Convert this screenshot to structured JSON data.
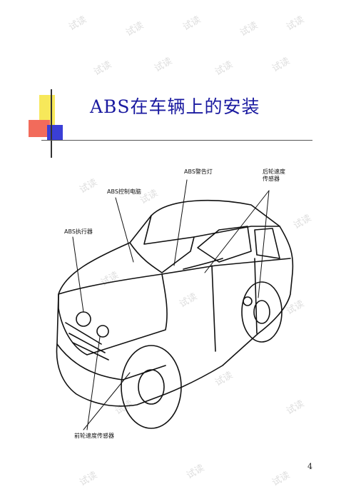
{
  "slide": {
    "title": "ABS在车辆上的安装",
    "page_number": "4"
  },
  "labels": {
    "warning_light": "ABS警告灯",
    "control_computer": "ABS控制电脑",
    "actuator": "ABS执行器",
    "rear_sensor_line1": "后轮速度",
    "rear_sensor_line2": "传感器",
    "front_sensor": "前轮速度传感器"
  },
  "watermark": "试读",
  "colors": {
    "title": "#1a1aa0",
    "deco_yellow": "#f7e85a",
    "deco_red": "#f26b5b",
    "deco_blue": "#3a3fd6"
  }
}
